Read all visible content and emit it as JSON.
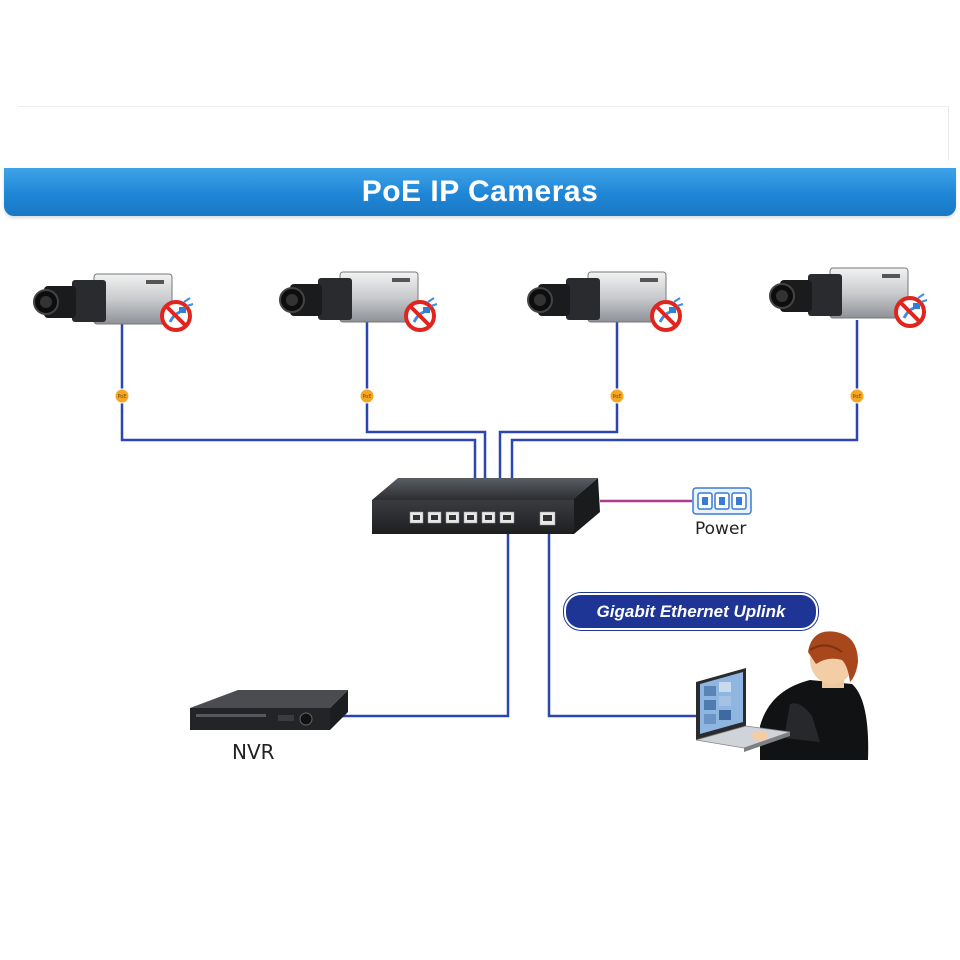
{
  "header": {
    "title": "PoE IP Cameras"
  },
  "cameras": [
    {
      "badge": "PoE"
    },
    {
      "badge": "PoE"
    },
    {
      "badge": "PoE"
    },
    {
      "badge": "PoE"
    }
  ],
  "labels": {
    "power": "Power",
    "nvr": "NVR",
    "uplink": "Gigabit Ethernet Uplink"
  },
  "colors": {
    "header_blue": "#1f86d6",
    "cable_blue": "#2b46b0",
    "power_line": "#b03a8c",
    "poe_badge": "#f5a623",
    "uplink_pill": "#1e3596"
  }
}
